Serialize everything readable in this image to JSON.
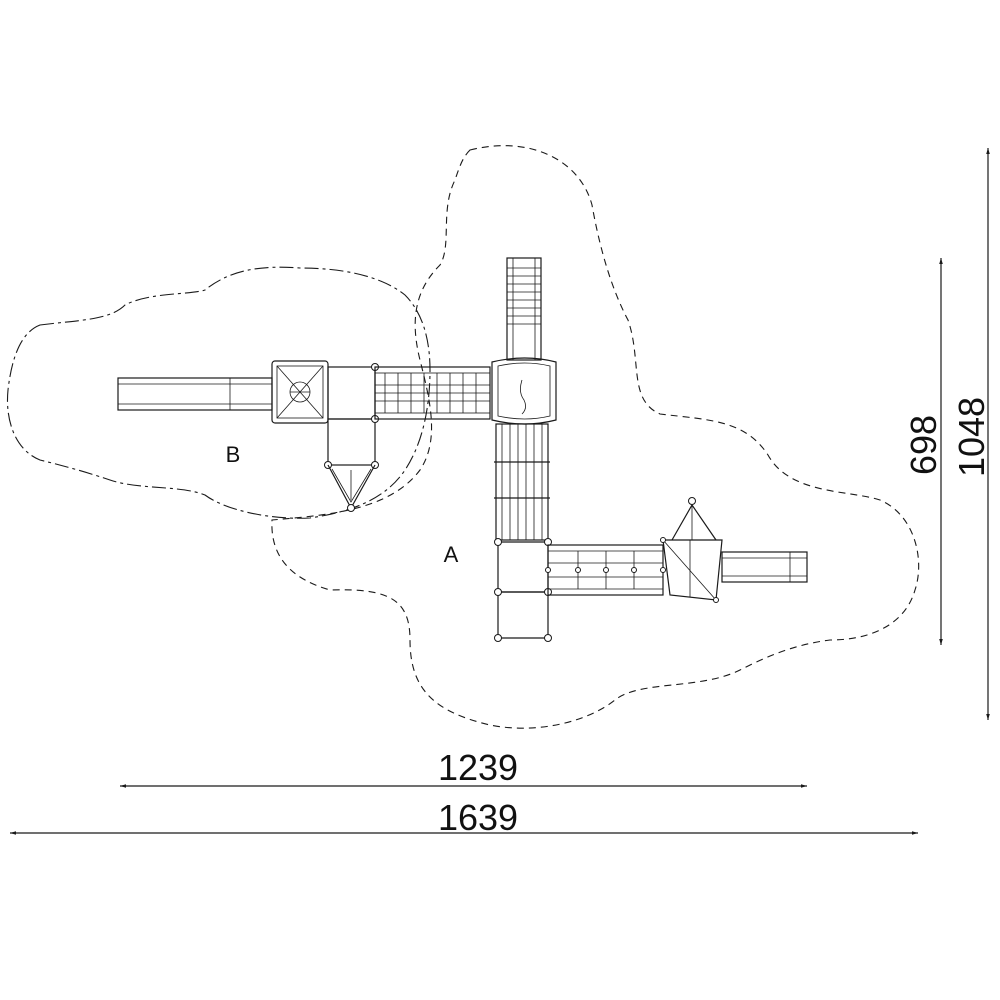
{
  "labels": {
    "zone_a": "A",
    "zone_b": "B"
  },
  "dimensions": {
    "inner_width": "1239",
    "outer_width": "1639",
    "inner_height": "698",
    "outer_height": "1048"
  },
  "colors": {
    "line": "#1a1a1a",
    "background": "#ffffff"
  }
}
